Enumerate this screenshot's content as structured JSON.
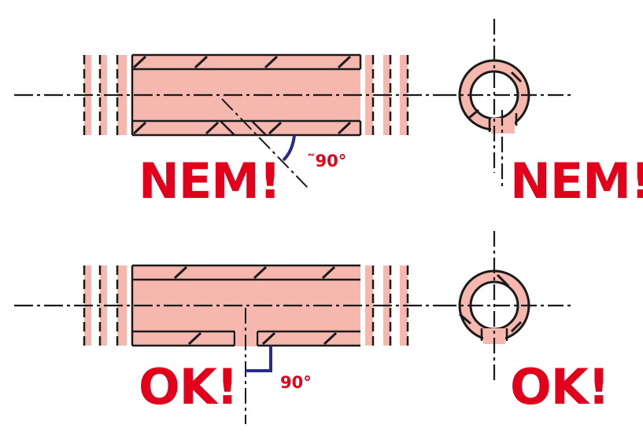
{
  "colors": {
    "fill": "#f6b8ae",
    "line": "#1a1a1a",
    "accent_red": "#e2001a",
    "angle_blue": "#2a2a8a",
    "background": "#ffffff"
  },
  "top": {
    "verdict": "NEM!",
    "verdict_side": "NEM!",
    "angle_label": "˜90°"
  },
  "bottom": {
    "verdict": "OK!",
    "verdict_side": "OK!",
    "angle_label": "90°"
  }
}
